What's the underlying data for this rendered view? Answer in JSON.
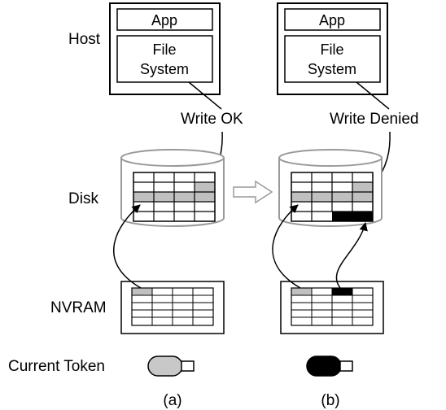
{
  "row_labels": {
    "host": "Host",
    "disk": "Disk",
    "nvram": "NVRAM",
    "token": "Current Token"
  },
  "panels": {
    "a": {
      "caption": "(a)",
      "app_label": "App",
      "fs_label_line1": "File",
      "fs_label_line2": "System",
      "write_status": "Write OK",
      "token_color": "#c8c8c8"
    },
    "b": {
      "caption": "(b)",
      "app_label": "App",
      "fs_label_line1": "File",
      "fs_label_line2": "System",
      "write_status": "Write Denied",
      "token_color": "#000000"
    }
  },
  "colors": {
    "gray_cell": "#c0c0c0",
    "black_cell": "#000000",
    "disk_outline": "#9a9a9a",
    "arrow_outline": "#9a9a9a"
  },
  "icons": {
    "transition_arrow": "hollow-right-arrow",
    "token": "usb-token-icon"
  }
}
